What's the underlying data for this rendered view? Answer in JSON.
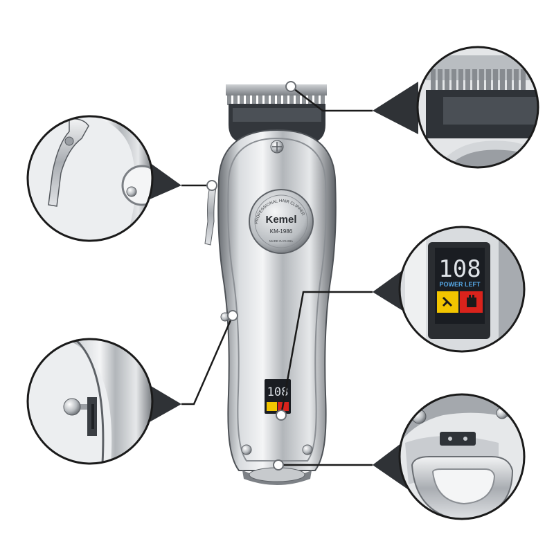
{
  "product": {
    "brand": "Kemel",
    "model": "KM-1986",
    "badge_ring_text": "PROFESSIONAL HAIR CLIPPER",
    "badge_bottom_text": "MADE IN CHINA"
  },
  "display": {
    "digits": "108",
    "label": "POWER LEFT"
  },
  "callouts": [
    {
      "id": "blade",
      "side": "right"
    },
    {
      "id": "taper-lever",
      "side": "left"
    },
    {
      "id": "lcd-display",
      "side": "right"
    },
    {
      "id": "power-switch",
      "side": "left"
    },
    {
      "id": "hang-ring",
      "side": "right"
    }
  ],
  "colors": {
    "silver_light": "#e9ebed",
    "silver_mid": "#b7bbbf",
    "silver_dark": "#5d6166",
    "callout_line": "#1a1a1a",
    "lcd_bg": "#1a1d22",
    "indicator_yellow": "#f2c500",
    "indicator_red": "#d9231c"
  }
}
